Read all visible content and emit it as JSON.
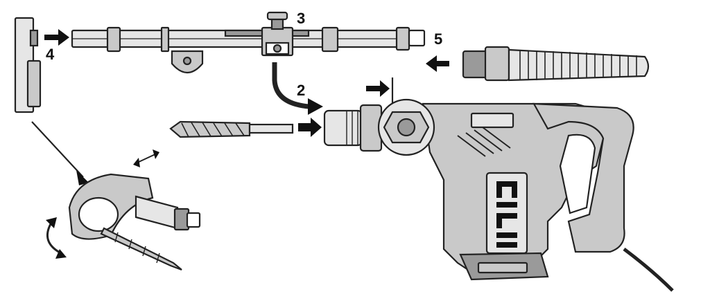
{
  "callouts": {
    "c2": "2",
    "c3": "3",
    "c4": "4",
    "c5": "5"
  },
  "colors": {
    "line": "#222222",
    "body_gray": "#c9c9c9",
    "light_gray": "#e6e6e6",
    "dark_gray": "#9a9a9a",
    "logo": "#111111"
  },
  "logo_text": "HILTI"
}
